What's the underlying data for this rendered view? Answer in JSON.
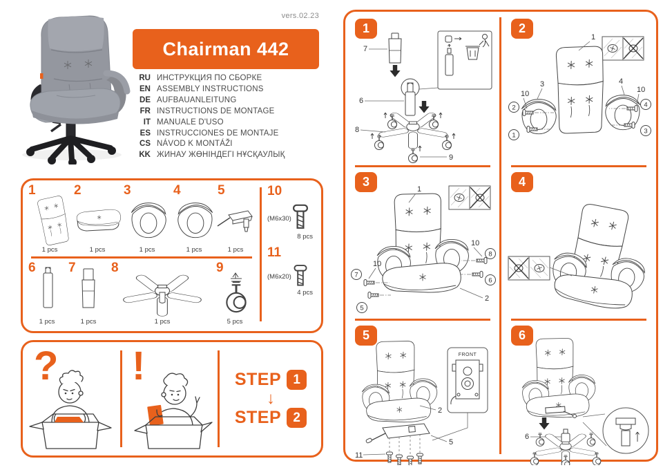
{
  "meta": {
    "version": "vers.02.23"
  },
  "colors": {
    "accent": "#E8611C",
    "lineart": "#444444",
    "fabric_gray": "#96999f",
    "base_black": "#242424"
  },
  "header": {
    "title": "Chairman 442",
    "languages": [
      {
        "code": "RU",
        "text": "ИНСТРУКЦИЯ ПО СБОРКЕ"
      },
      {
        "code": "EN",
        "text": "ASSEMBLY INSTRUCTIONS"
      },
      {
        "code": "DE",
        "text": "AUFBAUANLEITUNG"
      },
      {
        "code": "FR",
        "text": "INSTRUCTIONS DE MONTAGE"
      },
      {
        "code": "IT",
        "text": "MANUALE D'USO"
      },
      {
        "code": "ES",
        "text": "INSTRUCCIONES DE MONTAJE"
      },
      {
        "code": "CS",
        "text": "NÁVOD K MONTÁŽI"
      },
      {
        "code": "KK",
        "text": "ЖИНАУ ЖӨНІНДЕГІ НҰСҚАУЛЫҚ"
      }
    ]
  },
  "parts": {
    "row1": [
      {
        "num": "1",
        "name": "backrest",
        "qty": "1 pcs"
      },
      {
        "num": "2",
        "name": "seat-cushion",
        "qty": "1 pcs"
      },
      {
        "num": "3",
        "name": "armrest-left",
        "qty": "1 pcs"
      },
      {
        "num": "4",
        "name": "armrest-right",
        "qty": "1 pcs"
      },
      {
        "num": "5",
        "name": "tilt-mechanism",
        "qty": "1 pcs"
      }
    ],
    "row2": [
      {
        "num": "6",
        "name": "gas-lift",
        "qty": "1 pcs"
      },
      {
        "num": "7",
        "name": "telescopic-cover",
        "qty": "1 pcs"
      },
      {
        "num": "8",
        "name": "five-star-base",
        "qty": "1 pcs"
      },
      {
        "num": "9",
        "name": "caster",
        "qty": "5 pcs"
      }
    ],
    "screws": [
      {
        "num": "10",
        "size": "(M6x30)",
        "qty": "8 pcs"
      },
      {
        "num": "11",
        "size": "(M6x20)",
        "qty": "4 pcs"
      }
    ]
  },
  "notice": {
    "question": "?",
    "exclamation": "!",
    "step_word": "STEP",
    "step1": "1",
    "step2": "2",
    "arrow": "↓"
  },
  "steps": [
    {
      "num": "1",
      "labels": {
        "cover": "7",
        "lift": "6",
        "base": "8",
        "caster": "9"
      }
    },
    {
      "num": "2",
      "labels": {
        "back": "1",
        "left_arm": "3",
        "right_arm": "4",
        "screws_left": "10",
        "screws_right": "10"
      },
      "circles": {
        "c1": "1",
        "c2": "2",
        "c3": "3",
        "c4": "4"
      }
    },
    {
      "num": "3",
      "labels": {
        "back": "1",
        "seat": "2",
        "screws_left": "10",
        "screws_right": "10"
      },
      "circles": {
        "c5": "5",
        "c6": "6",
        "c7": "7",
        "c8": "8"
      }
    },
    {
      "num": "4",
      "labels": {}
    },
    {
      "num": "5",
      "labels": {
        "seat": "2",
        "mech": "5",
        "screws": "11",
        "inset_title": "FRONT"
      }
    },
    {
      "num": "6",
      "labels": {
        "lift": "6"
      }
    }
  ]
}
